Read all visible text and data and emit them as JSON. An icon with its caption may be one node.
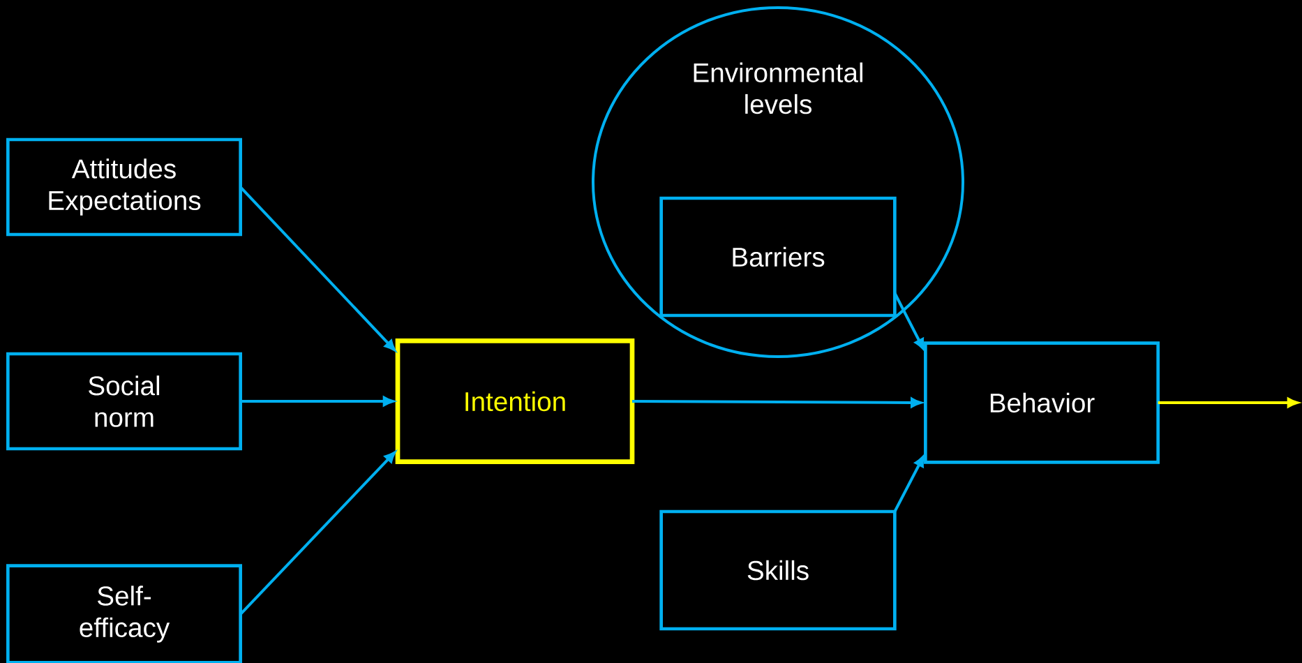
{
  "diagram": {
    "nodes": [
      {
        "text": [
          "Attitudes Expectations"
        ]
      },
      {
        "text": [
          "Social norm"
        ]
      },
      {
        "text": [
          "Self-efficacy"
        ]
      },
      {
        "text": [
          "Intention"
        ]
      },
      {
        "text": [
          "Environmental levels"
        ]
      },
      {
        "text": [
          "Barriers"
        ],
        "in": 4
      },
      {
        "text": [
          "Behavior"
        ]
      },
      {
        "text": [
          "Skills"
        ]
      }
    ],
    "edges": [
      {
        "from": 0,
        "to": 3,
        "arrow": "to"
      },
      {
        "from": 1,
        "to": 3,
        "arrow": "to"
      },
      {
        "from": 2,
        "to": 3,
        "arrow": "to"
      },
      {
        "from": 3,
        "to": 6,
        "arrow": "to"
      },
      {
        "from": 5,
        "to": 6,
        "arrow": "to"
      },
      {
        "from": 7,
        "to": 6,
        "arrow": "to"
      },
      {
        "from": 6,
        "to": null,
        "arrow": "to",
        "color": "#ffff00"
      }
    ]
  }
}
